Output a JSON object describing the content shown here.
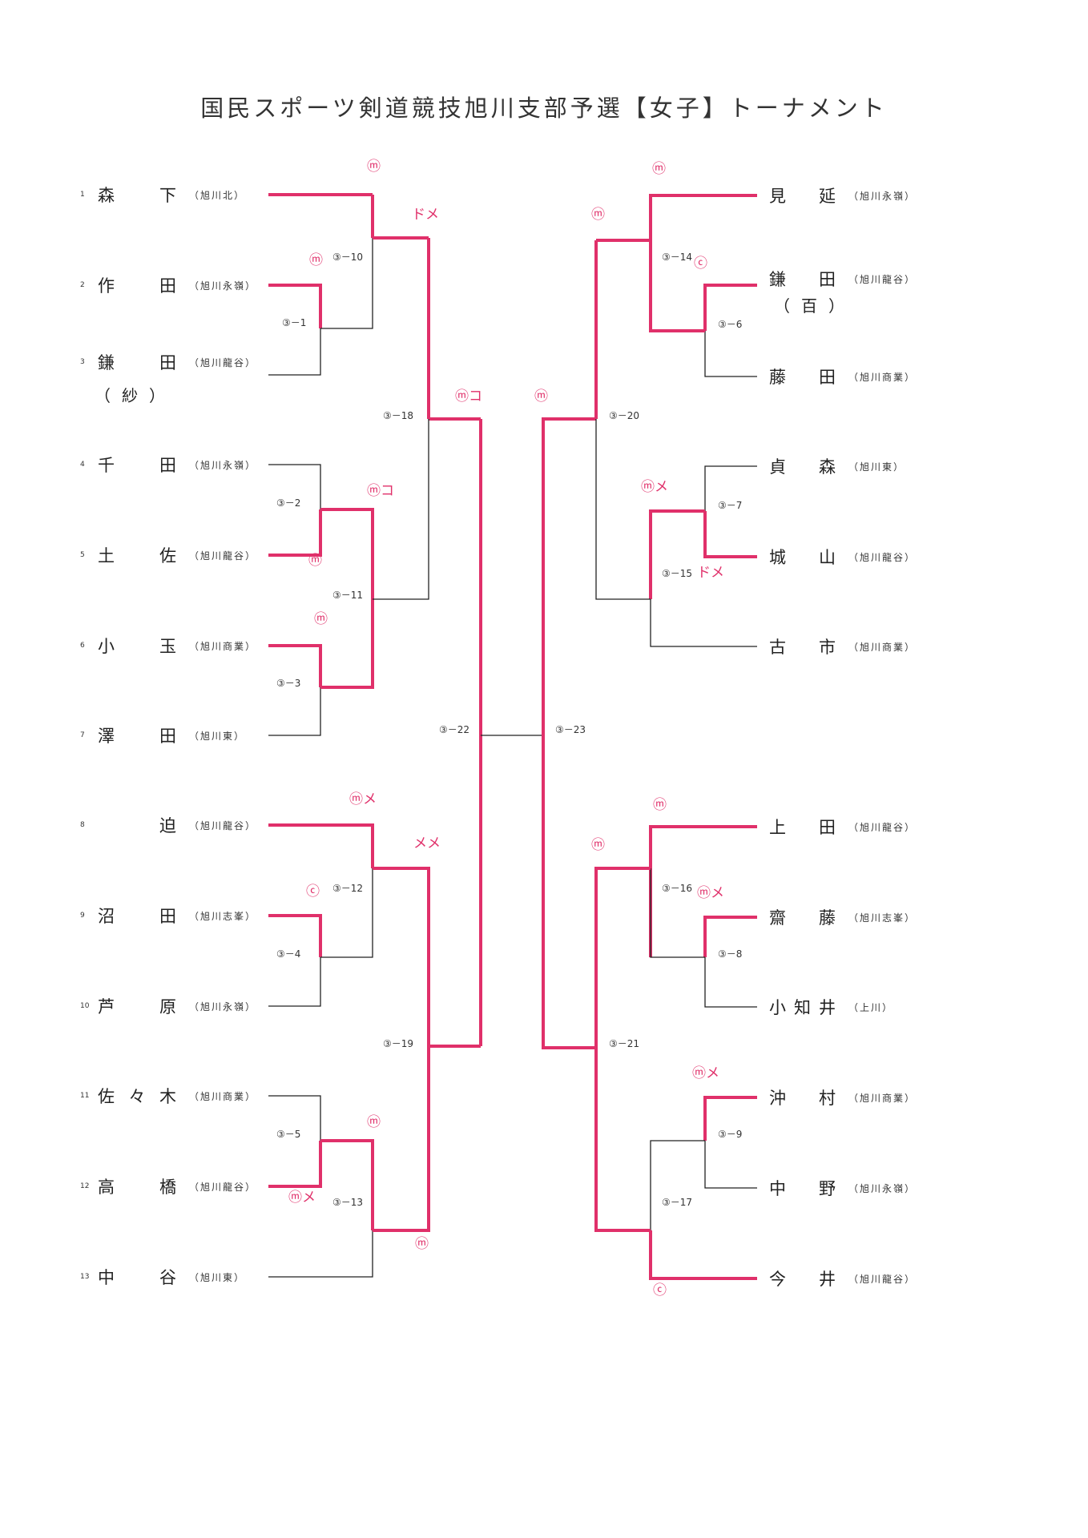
{
  "title": "国民スポーツ剣道競技旭川支部予選【女子】トーナメント",
  "left_players": [
    {
      "num": "1",
      "name": [
        "森",
        "下"
      ],
      "school": "（旭川北）"
    },
    {
      "num": "2",
      "name": [
        "作",
        "田"
      ],
      "school": "（旭川永嶺）"
    },
    {
      "num": "3",
      "name": [
        "鎌",
        "田"
      ],
      "sub": "（紗）",
      "school": "（旭川龍谷）"
    },
    {
      "num": "4",
      "name": [
        "千",
        "田"
      ],
      "school": "（旭川永嶺）"
    },
    {
      "num": "5",
      "name": [
        "土",
        "佐"
      ],
      "school": "（旭川龍谷）"
    },
    {
      "num": "6",
      "name": [
        "小",
        "玉"
      ],
      "school": "（旭川商業）"
    },
    {
      "num": "7",
      "name": [
        "澤",
        "田"
      ],
      "school": "（旭川東）"
    },
    {
      "num": "8",
      "name": [
        "",
        "迫"
      ],
      "school": "（旭川龍谷）"
    },
    {
      "num": "9",
      "name": [
        "沼",
        "田"
      ],
      "school": "（旭川志峯）"
    },
    {
      "num": "10",
      "name": [
        "芦",
        "原"
      ],
      "school": "（旭川永嶺）"
    },
    {
      "num": "11",
      "name": [
        "佐",
        "々",
        "木"
      ],
      "school": "（旭川商業）"
    },
    {
      "num": "12",
      "name": [
        "高",
        "橋"
      ],
      "school": "（旭川龍谷）"
    },
    {
      "num": "13",
      "name": [
        "中",
        "谷"
      ],
      "school": "（旭川東）"
    }
  ],
  "right_players": [
    {
      "name": [
        "見",
        "延"
      ],
      "school": "（旭川永嶺）"
    },
    {
      "name": [
        "鎌",
        "田"
      ],
      "sub": "（百）",
      "school": "（旭川龍谷）"
    },
    {
      "name": [
        "藤",
        "田"
      ],
      "school": "（旭川商業）"
    },
    {
      "name": [
        "貞",
        "森"
      ],
      "school": "（旭川東）"
    },
    {
      "name": [
        "城",
        "山"
      ],
      "school": "（旭川龍谷）"
    },
    {
      "name": [
        "古",
        "市"
      ],
      "school": "（旭川商業）"
    },
    {
      "name": [
        "上",
        "田"
      ],
      "school": "（旭川龍谷）"
    },
    {
      "name": [
        "齋",
        "藤"
      ],
      "school": "（旭川志峯）"
    },
    {
      "name": [
        "小",
        "知",
        "井"
      ],
      "school": "（上川）"
    },
    {
      "name": [
        "沖",
        "村"
      ],
      "school": "（旭川商業）"
    },
    {
      "name": [
        "中",
        "野"
      ],
      "school": "（旭川永嶺）"
    },
    {
      "name": [
        "今",
        "井"
      ],
      "school": "（旭川龍谷）"
    }
  ],
  "match_labels": {
    "m1": "③－1",
    "m2": "③－2",
    "m3": "③－3",
    "m4": "③－4",
    "m5": "③－5",
    "m6": "③－6",
    "m7": "③－7",
    "m8": "③－8",
    "m9": "③－9",
    "m10": "③－10",
    "m11": "③－11",
    "m12": "③－12",
    "m13": "③－13",
    "m14": "③－14",
    "m15": "③－15",
    "m16": "③－16",
    "m17": "③－17",
    "m18": "③－18",
    "m19": "③－19",
    "m20": "③－20",
    "m21": "③－21",
    "m22": "③－22",
    "m23": "③－23"
  },
  "marks": {
    "a": "ⓜ",
    "b": "ドメ",
    "c": "ⓜ",
    "d": "ⓜコ",
    "e": "ⓜコ",
    "f": "ⓜ",
    "g": "ⓜ",
    "h": "ⓜメ",
    "i": "メメ",
    "j": "ⓒ",
    "k": "ⓜ",
    "l": "ⓜメ",
    "n": "ⓜ",
    "o": "ⓜ",
    "p": "ⓜ",
    "q": "ⓒ",
    "r": "ⓜ",
    "s": "ⓜメ",
    "t": "ドメ",
    "u": "ⓜ",
    "v": "ⓜ",
    "w": "ⓜメ",
    "x": "ⓜメ",
    "y": "ⓒ"
  },
  "colors": {
    "win_line": "#e0306a",
    "line": "#222222"
  }
}
